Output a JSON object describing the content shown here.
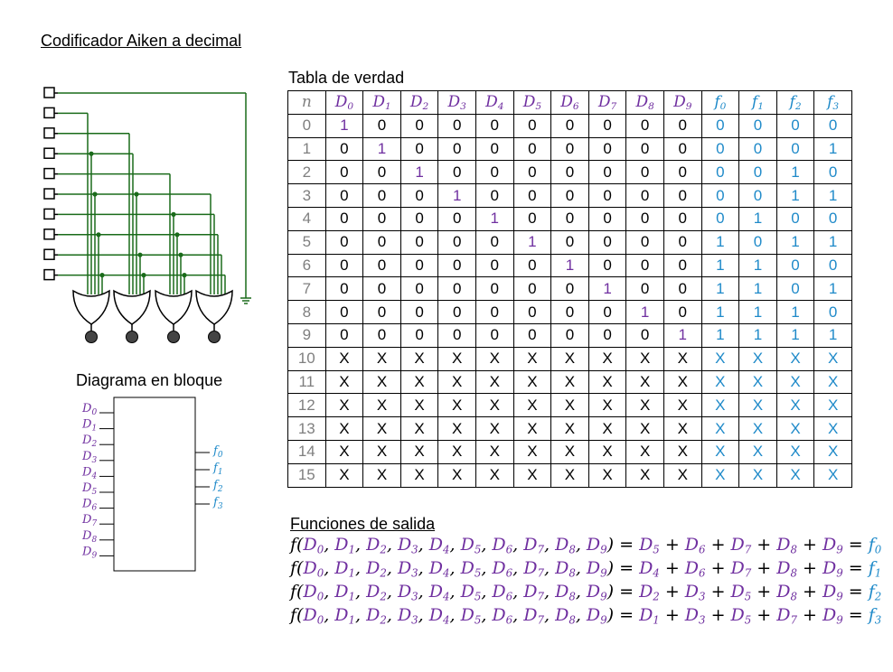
{
  "title": "Codificador Aiken a decimal",
  "table_caption": "Tabla de verdad",
  "block_caption": "Diagrama en bloque",
  "functions_caption": "Funciones de salida",
  "colors": {
    "input": "#7030a0",
    "output": "#1f8ac9",
    "wire": "#1a6b1a",
    "index": "#7f7f7f"
  },
  "truth_table": {
    "header": [
      "n",
      "D0",
      "D1",
      "D2",
      "D3",
      "D4",
      "D5",
      "D6",
      "D7",
      "D8",
      "D9",
      "f0",
      "f1",
      "f2",
      "f3"
    ],
    "rows": [
      [
        "0",
        "1",
        "0",
        "0",
        "0",
        "0",
        "0",
        "0",
        "0",
        "0",
        "0",
        "0",
        "0",
        "0",
        "0"
      ],
      [
        "1",
        "0",
        "1",
        "0",
        "0",
        "0",
        "0",
        "0",
        "0",
        "0",
        "0",
        "0",
        "0",
        "0",
        "1"
      ],
      [
        "2",
        "0",
        "0",
        "1",
        "0",
        "0",
        "0",
        "0",
        "0",
        "0",
        "0",
        "0",
        "0",
        "1",
        "0"
      ],
      [
        "3",
        "0",
        "0",
        "0",
        "1",
        "0",
        "0",
        "0",
        "0",
        "0",
        "0",
        "0",
        "0",
        "1",
        "1"
      ],
      [
        "4",
        "0",
        "0",
        "0",
        "0",
        "1",
        "0",
        "0",
        "0",
        "0",
        "0",
        "0",
        "1",
        "0",
        "0"
      ],
      [
        "5",
        "0",
        "0",
        "0",
        "0",
        "0",
        "1",
        "0",
        "0",
        "0",
        "0",
        "1",
        "0",
        "1",
        "1"
      ],
      [
        "6",
        "0",
        "0",
        "0",
        "0",
        "0",
        "0",
        "1",
        "0",
        "0",
        "0",
        "1",
        "1",
        "0",
        "0"
      ],
      [
        "7",
        "0",
        "0",
        "0",
        "0",
        "0",
        "0",
        "0",
        "1",
        "0",
        "0",
        "1",
        "1",
        "0",
        "1"
      ],
      [
        "8",
        "0",
        "0",
        "0",
        "0",
        "0",
        "0",
        "0",
        "0",
        "1",
        "0",
        "1",
        "1",
        "1",
        "0"
      ],
      [
        "9",
        "0",
        "0",
        "0",
        "0",
        "0",
        "0",
        "0",
        "0",
        "0",
        "1",
        "1",
        "1",
        "1",
        "1"
      ],
      [
        "10",
        "X",
        "X",
        "X",
        "X",
        "X",
        "X",
        "X",
        "X",
        "X",
        "X",
        "X",
        "X",
        "X",
        "X"
      ],
      [
        "11",
        "X",
        "X",
        "X",
        "X",
        "X",
        "X",
        "X",
        "X",
        "X",
        "X",
        "X",
        "X",
        "X",
        "X"
      ],
      [
        "12",
        "X",
        "X",
        "X",
        "X",
        "X",
        "X",
        "X",
        "X",
        "X",
        "X",
        "X",
        "X",
        "X",
        "X"
      ],
      [
        "13",
        "X",
        "X",
        "X",
        "X",
        "X",
        "X",
        "X",
        "X",
        "X",
        "X",
        "X",
        "X",
        "X",
        "X"
      ],
      [
        "14",
        "X",
        "X",
        "X",
        "X",
        "X",
        "X",
        "X",
        "X",
        "X",
        "X",
        "X",
        "X",
        "X",
        "X"
      ],
      [
        "15",
        "X",
        "X",
        "X",
        "X",
        "X",
        "X",
        "X",
        "X",
        "X",
        "X",
        "X",
        "X",
        "X",
        "X"
      ]
    ]
  },
  "block_diagram": {
    "inputs": [
      "D0",
      "D1",
      "D2",
      "D3",
      "D4",
      "D5",
      "D6",
      "D7",
      "D8",
      "D9"
    ],
    "outputs": [
      "f0",
      "f1",
      "f2",
      "f3"
    ]
  },
  "functions": [
    {
      "output": "f0",
      "terms": [
        "D5",
        "D6",
        "D7",
        "D8",
        "D9"
      ]
    },
    {
      "output": "f1",
      "terms": [
        "D4",
        "D6",
        "D7",
        "D8",
        "D9"
      ]
    },
    {
      "output": "f2",
      "terms": [
        "D2",
        "D3",
        "D5",
        "D8",
        "D9"
      ]
    },
    {
      "output": "f3",
      "terms": [
        "D1",
        "D3",
        "D5",
        "D7",
        "D9"
      ]
    }
  ],
  "function_args": [
    "D0",
    "D1",
    "D2",
    "D3",
    "D4",
    "D5",
    "D6",
    "D7",
    "D8",
    "D9"
  ],
  "circuit": {
    "input_count": 10,
    "gates": [
      {
        "name": "OR-f3",
        "inputs": [
          1,
          3,
          5,
          7,
          9
        ]
      },
      {
        "name": "OR-f2",
        "inputs": [
          2,
          3,
          5,
          8,
          9
        ]
      },
      {
        "name": "OR-f1",
        "inputs": [
          4,
          6,
          7,
          8,
          9
        ]
      },
      {
        "name": "OR-f0",
        "inputs": [
          5,
          6,
          7,
          8,
          9
        ]
      }
    ]
  }
}
